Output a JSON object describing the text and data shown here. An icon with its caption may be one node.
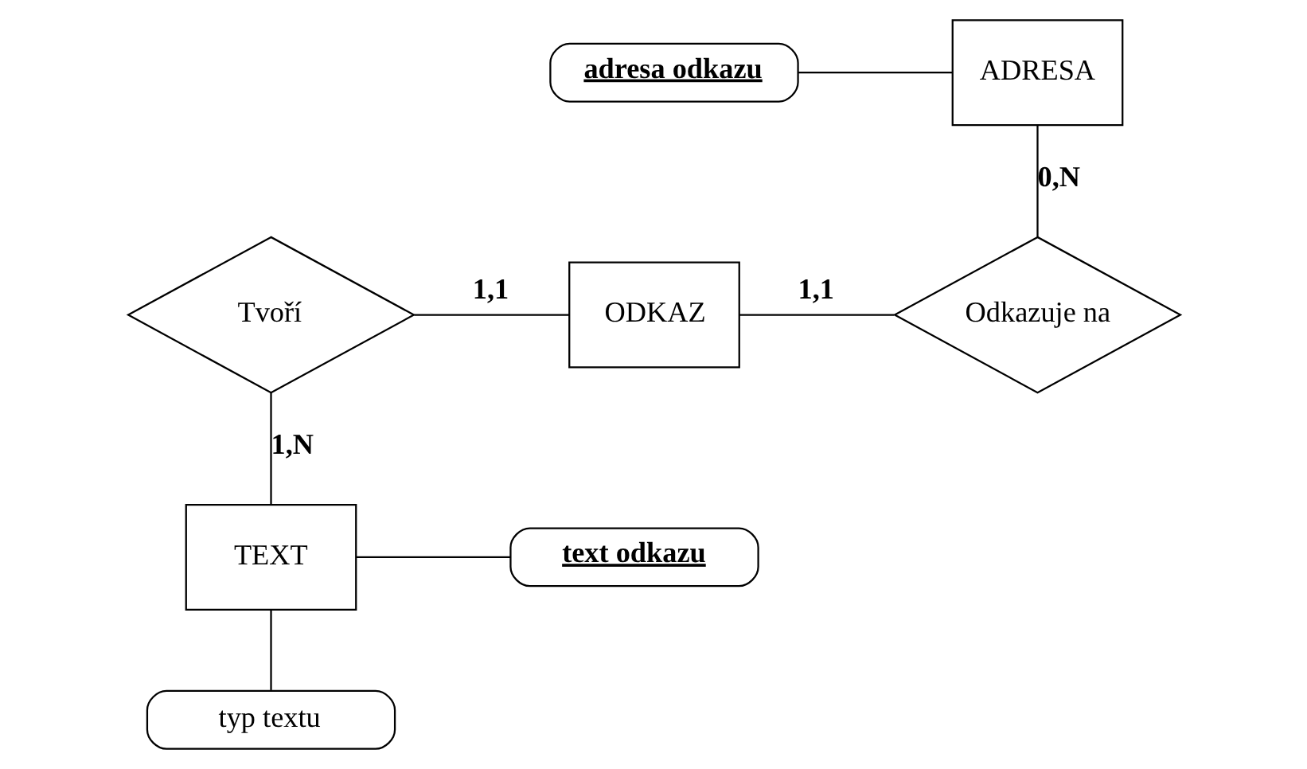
{
  "diagram": {
    "nodes": [
      {
        "text": [
          "adresa odkazu"
        ]
      },
      {
        "text": [
          "ADRESA"
        ]
      },
      {
        "text": [
          "Tvoří"
        ]
      },
      {
        "text": [
          "ODKAZ"
        ]
      },
      {
        "text": [
          "Odkazuje na"
        ]
      },
      {
        "text": [
          "TEXT"
        ]
      },
      {
        "text": [
          "text odkazu"
        ]
      },
      {
        "text": [
          "typ textu"
        ]
      }
    ],
    "edges": [
      {
        "from": 0,
        "to": 1,
        "arrow": "none"
      },
      {
        "from": 1,
        "to": 4,
        "arrow": "none",
        "label": "0,N"
      },
      {
        "from": 2,
        "to": 3,
        "arrow": "none",
        "label": "1,1"
      },
      {
        "from": 3,
        "to": 4,
        "arrow": "none",
        "label": "1,1"
      },
      {
        "from": 2,
        "to": 5,
        "arrow": "none",
        "label": "1,N"
      },
      {
        "from": 5,
        "to": 6,
        "arrow": "none"
      },
      {
        "from": 5,
        "to": 7,
        "arrow": "none"
      }
    ]
  }
}
